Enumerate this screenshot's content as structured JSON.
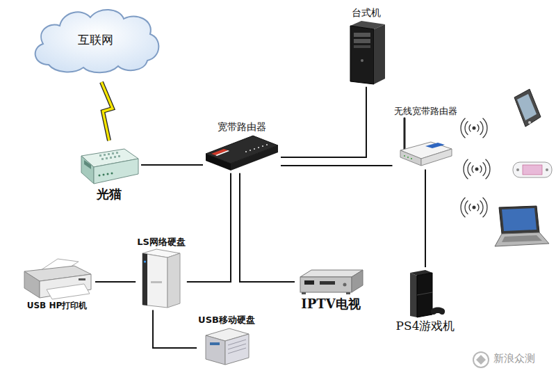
{
  "diagram": {
    "nodes": [
      {
        "text": [
          "互联网"
        ]
      },
      {
        "text": [
          "光猫"
        ]
      },
      {
        "text": [
          "宽带路由器"
        ]
      },
      {
        "text": [
          "台式机"
        ]
      },
      {
        "text": [
          "无线宽带路由器"
        ]
      },
      {
        "text": [
          "LS网络硬盘"
        ]
      },
      {
        "text": [
          "USB HP打印机"
        ]
      },
      {
        "text": [
          "IPTV电视"
        ]
      },
      {
        "text": [
          "USB移动硬盘"
        ]
      },
      {
        "text": [
          "PS4游戏机"
        ]
      }
    ],
    "edges": [
      {
        "from": 0,
        "to": 1,
        "arrow": "none"
      },
      {
        "from": 1,
        "to": 2,
        "arrow": "none"
      },
      {
        "from": 2,
        "to": 3,
        "arrow": "none"
      },
      {
        "from": 2,
        "to": 4,
        "arrow": "none"
      },
      {
        "from": 2,
        "to": 5,
        "arrow": "none"
      },
      {
        "from": 2,
        "to": 7,
        "arrow": "none"
      },
      {
        "from": 5,
        "to": 6,
        "arrow": "none"
      },
      {
        "from": 5,
        "to": 8,
        "arrow": "none"
      },
      {
        "from": 4,
        "to": 9,
        "arrow": "none"
      }
    ],
    "labels": [
      "新浪众测"
    ]
  }
}
